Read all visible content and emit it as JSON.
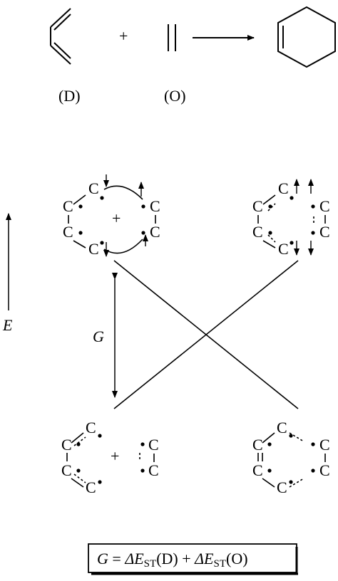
{
  "reaction": {
    "plus": "+",
    "diene_label": "(D)",
    "olefin_label": "(O)"
  },
  "energy_axis": {
    "label": "E"
  },
  "gap": {
    "label": "G"
  },
  "states": {
    "atom": "C",
    "excited_left_plus": "+",
    "ground_left_plus": "+"
  },
  "formula": {
    "g": "G",
    "eq": " = ",
    "delta1": "ΔE",
    "sub1": "ST",
    "tail1": "(D) + ",
    "delta2": "ΔE",
    "sub2": "ST",
    "tail2": "(O)"
  }
}
